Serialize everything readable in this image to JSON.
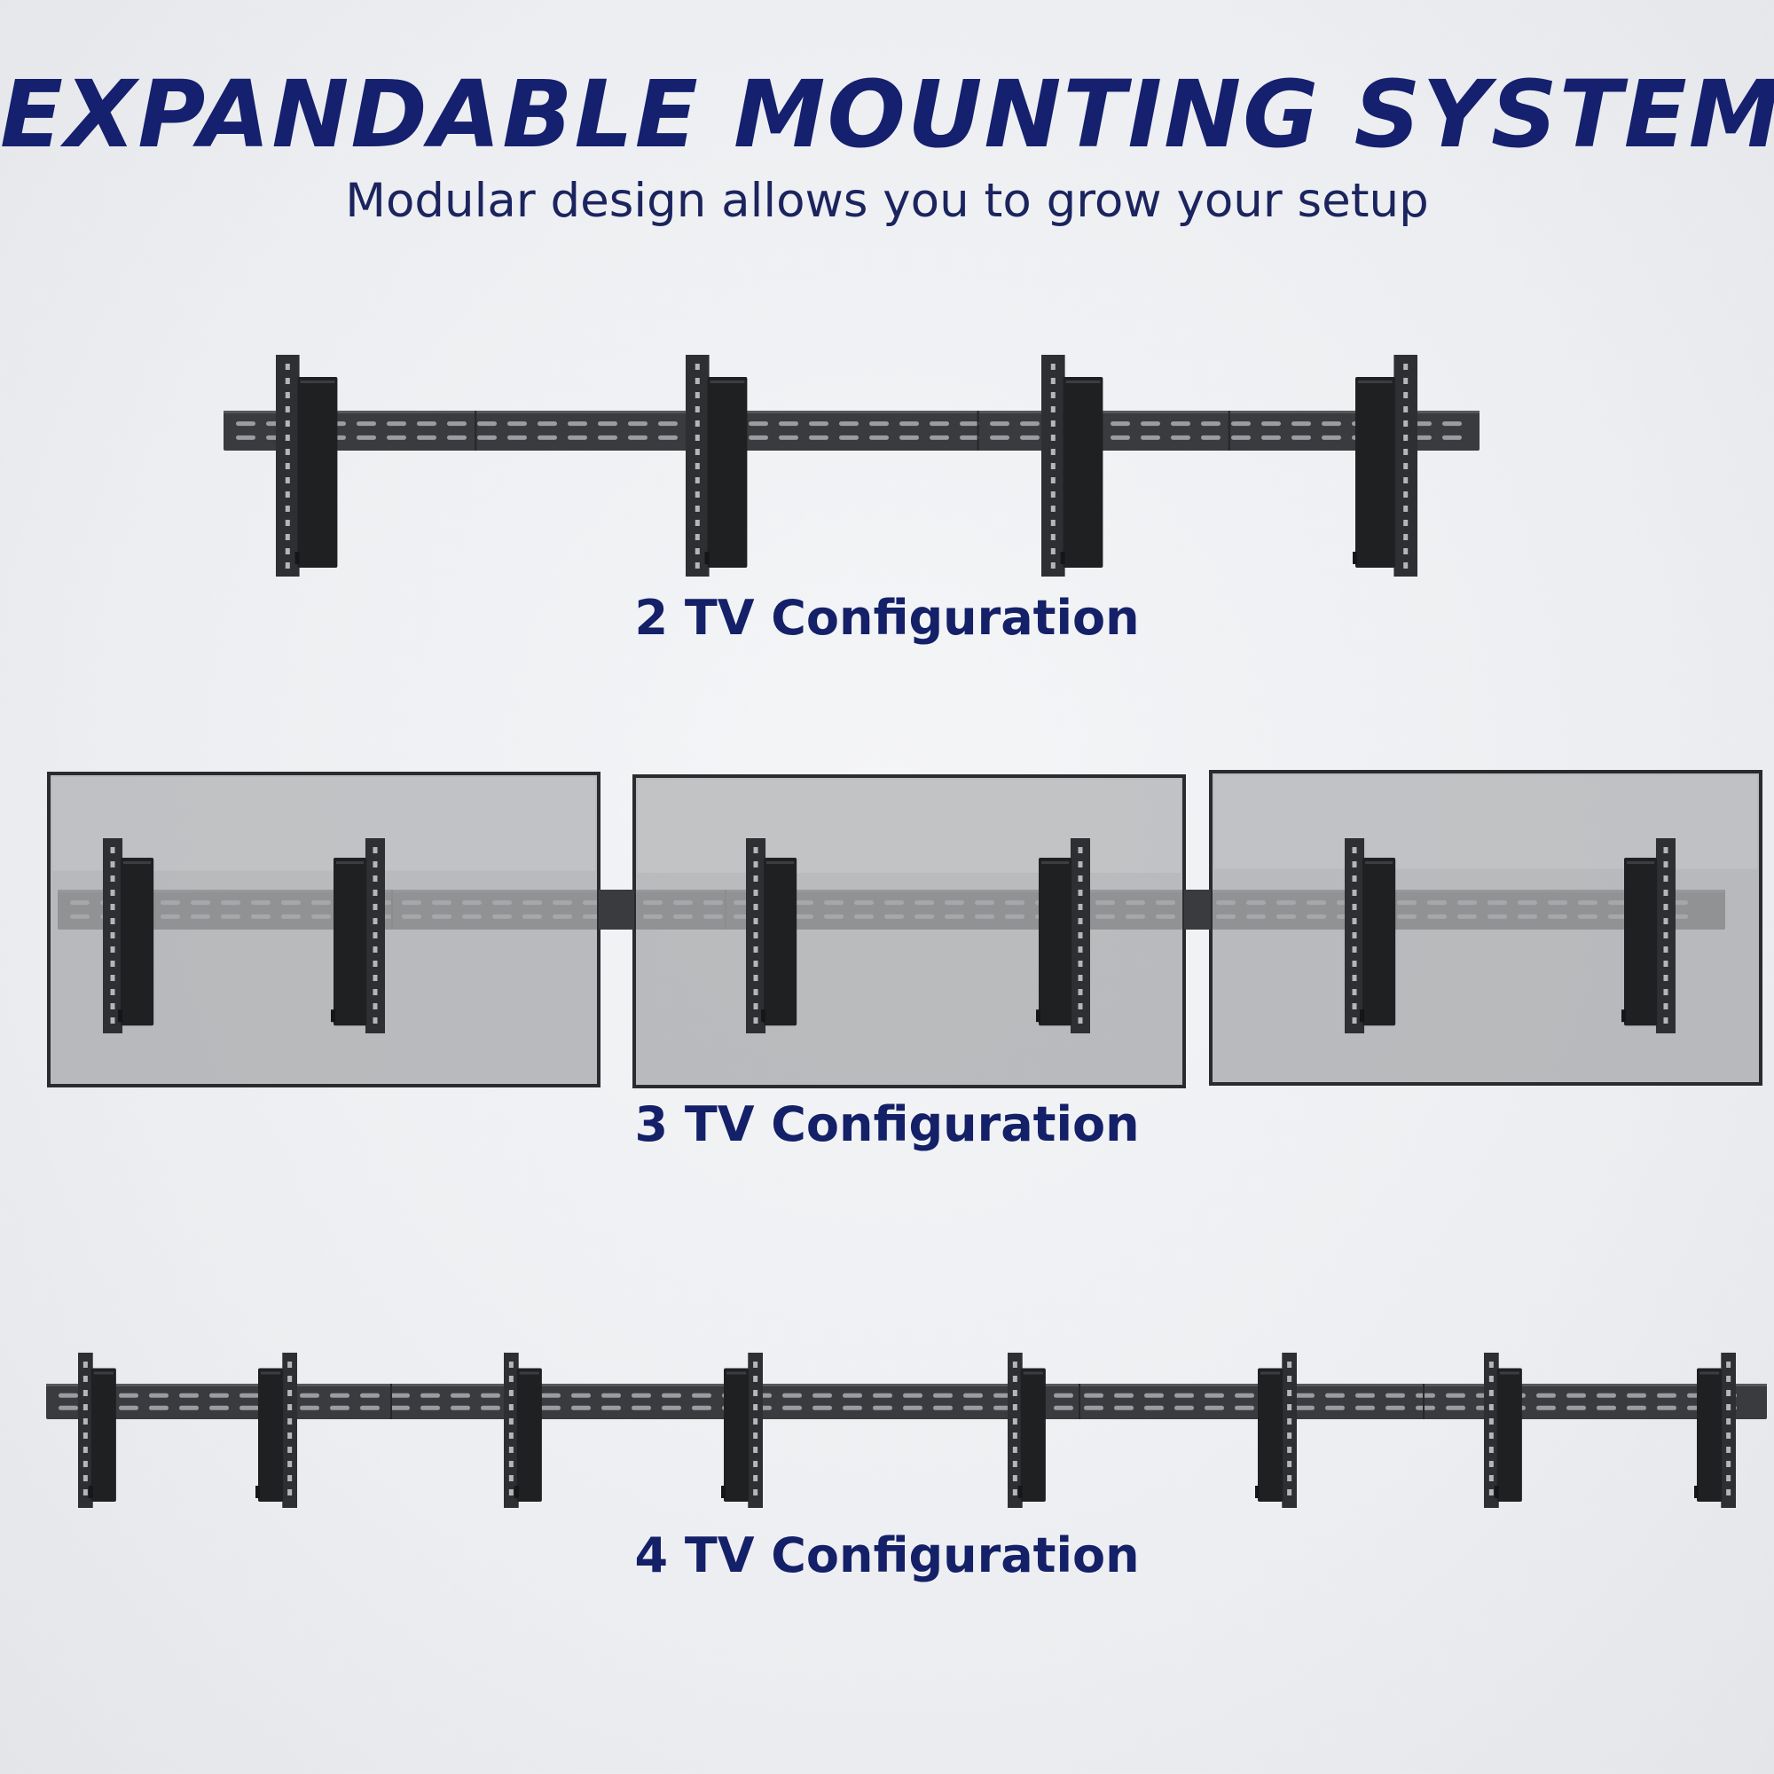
{
  "title": "EXPANDABLE MOUNTING SYSTEM",
  "subtitle": "Modular design allows you to grow your setup",
  "colors": {
    "title": "#15206e",
    "subtitle": "#1b245e",
    "label": "#142067",
    "rail": "#3a3b3e",
    "rail_slot": "#9a9ca1",
    "screen": "#a9aaad",
    "screen_border": "#2a2b2e"
  },
  "configurations": [
    {
      "label": "2 TV Configuration",
      "tv_count": 2
    },
    {
      "label": "3 TV Configuration",
      "tv_count": 3
    },
    {
      "label": "4 TV Configuration",
      "tv_count": 4
    }
  ]
}
